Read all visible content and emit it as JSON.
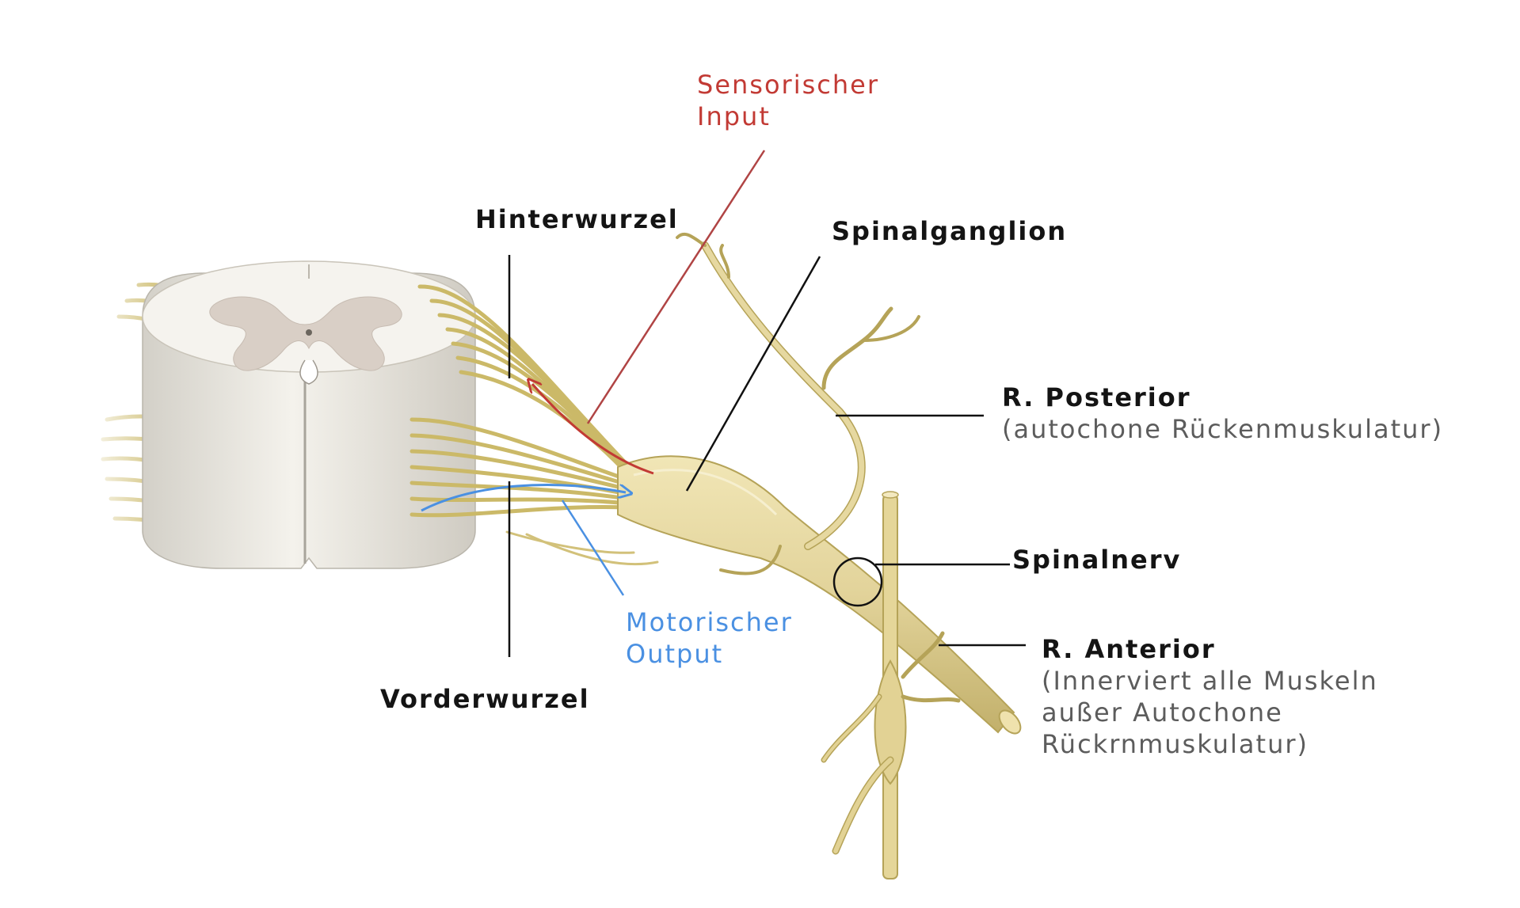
{
  "labels": {
    "sensory": {
      "line1": "Sensorischer",
      "line2": "Input"
    },
    "dorsal_root": "Hinterwurzel",
    "spinal_ganglion": "Spinalganglion",
    "posterior_ramus": {
      "title": "R. Posterior",
      "note": "(autochone Rückenmuskulatur)"
    },
    "spinal_nerve": "Spinalnerv",
    "anterior_ramus": {
      "title": "R. Anterior",
      "note1": "(Innerviert alle Muskeln",
      "note2": "außer Autochone",
      "note3": "Rückrnmuskulatur)"
    },
    "motor": {
      "line1": "Motorischer",
      "line2": "Output"
    },
    "ventral_root": "Vorderwurzel"
  },
  "colors": {
    "sensory_arrow": "#c23a34",
    "motor_arrow": "#4a90e2",
    "nerve": "#e0d196",
    "nerve_dark": "#b5a358",
    "cord_white": "#efece5",
    "cord_grey": "#d8cfc6",
    "leader_line": "#111111"
  }
}
